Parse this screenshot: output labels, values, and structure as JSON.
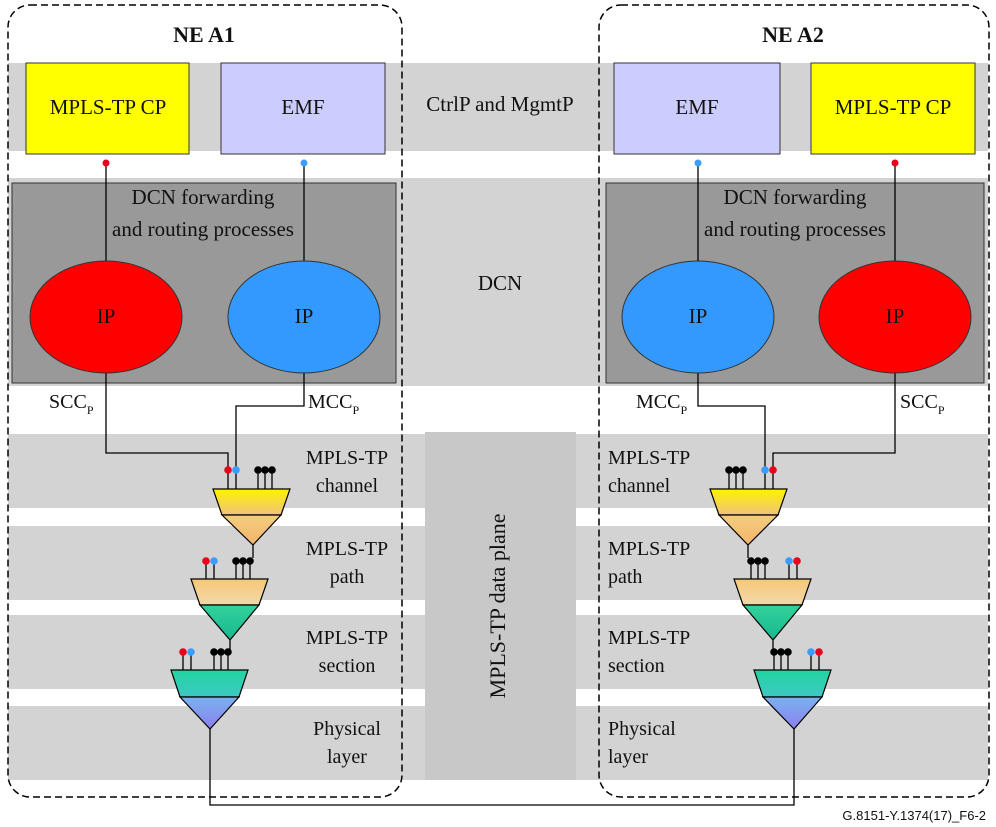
{
  "nodes": {
    "ne_a1": {
      "title": "NE A1"
    },
    "ne_a2": {
      "title": "NE A2"
    }
  },
  "blocks": {
    "mpls_tp_cp": "MPLS-TP CP",
    "emf": "EMF",
    "dcn_processes_line1": "DCN forwarding",
    "dcn_processes_line2": "and routing processes",
    "ip": "IP"
  },
  "bands": {
    "ctrl_mgmt": "CtrlP and MgmtP",
    "dcn": "DCN",
    "data_plane": "MPLS-TP data plane"
  },
  "channels": {
    "scc": "SCC",
    "mcc": "MCC",
    "subscript": "P"
  },
  "layers": [
    {
      "line1": "MPLS-TP",
      "line2": "channel"
    },
    {
      "line1": "MPLS-TP",
      "line2": "path"
    },
    {
      "line1": "MPLS-TP",
      "line2": "section"
    },
    {
      "line1": "Physical",
      "line2": "layer"
    }
  ],
  "figure_id": "G.8151-Y.1374(17)_F6-2",
  "colors": {
    "band_gray": "#d3d3d3",
    "dcn_box": "#999999",
    "cp_yellow": "#ffff00",
    "emf_lavender": "#ccccff",
    "ip_red": "#ff0000",
    "ip_blue": "#3399ff",
    "dot_red": "#e8001c",
    "dot_blue": "#3b9dff",
    "dot_black": "#000000"
  }
}
